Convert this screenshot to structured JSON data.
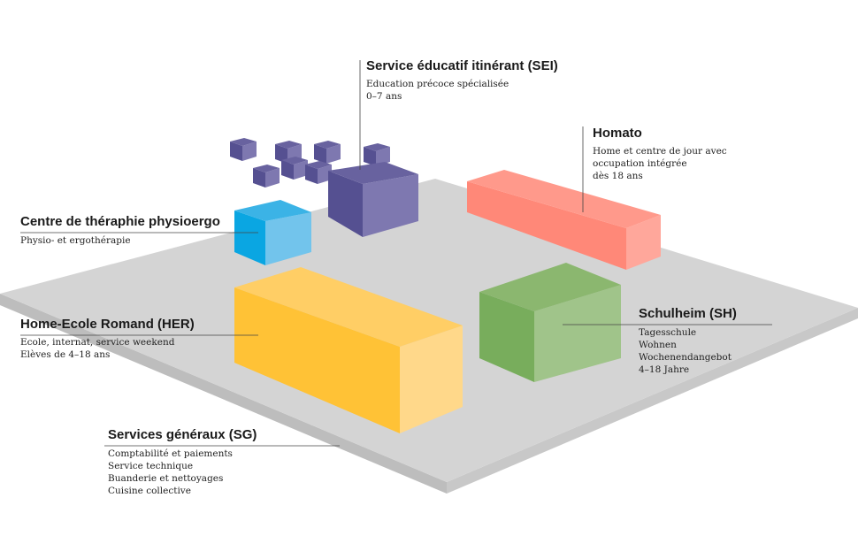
{
  "units": {
    "sei": {
      "title": "Service éducatif itinérant (SEI)",
      "lines": [
        "Education précoce spécialisée",
        "0–7 ans"
      ],
      "color": "#5b5597"
    },
    "homato": {
      "title": "Homato",
      "lines": [
        "Home et centre de jour avec",
        "occupation intégrée",
        "dès 18 ans"
      ],
      "color": "#ff8a7a"
    },
    "physio": {
      "title": "Centre de théraphie physioergo",
      "lines": [
        "Physio- et ergothérapie"
      ],
      "color": "#1aa6e0"
    },
    "her": {
      "title": "Home-Ecole Romand (HER)",
      "lines": [
        "Ecole, internat, service weekend",
        "Elèves de 4–18 ans"
      ],
      "color": "#ffc23a"
    },
    "sh": {
      "title": "Schulheim (SH)",
      "lines": [
        "Tagesschule",
        "Wohnen",
        "Wochenendangebot",
        "4–18 Jahre"
      ],
      "color": "#7aae5e"
    },
    "sg": {
      "title": "Services généraux (SG)",
      "lines": [
        "Comptabilité et paiements",
        "Service technique",
        "Buanderie et nettoyages",
        "Cuisine collective"
      ],
      "color": "#d4d4d4"
    }
  }
}
